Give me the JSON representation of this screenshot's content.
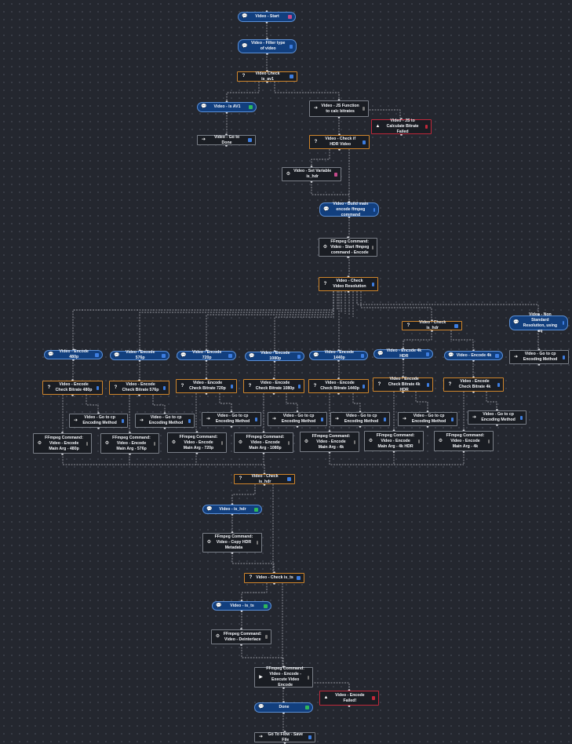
{
  "nodes": {
    "start": "Video - Start",
    "filter": "Video - Filter type of video",
    "check_av1": "Video Check is_av1",
    "is_av1": "Video - is AV1",
    "go_done": "Video - Go to Done",
    "js_calc": "Video - JS Function to calc bitrates",
    "js_failed": "Video - JS to Calculate Bitrate Failed",
    "check_hdr": "Video - Check if HDR Video",
    "set_var": "Video - Set Variable is_hdr",
    "build_main": "Video - Build main encode ffmpeg command",
    "ffmpeg_start": "FFmpeg Command: Video - Start ffmpeg command - Encode",
    "check_res": "Video - Check Video Resolution",
    "check_is_hdr_1": "Video - Check is_hdr",
    "non_std": "Video - Non Standard Resolution, using cq",
    "goto_cq_nonstd": "Video - Go to cp Encoding Method",
    "encode_480": "Video - Encode 480p",
    "encode_576": "Video - Encode 576p",
    "encode_720": "Video - Encode 720p",
    "encode_1080": "Video - Encode 1080p",
    "encode_1440": "Video - Encode 1440p",
    "encode_4khdr": "Video - Encode 4k HDR",
    "encode_4k": "Video - Encode 4k",
    "chk_480": "Video - Encode Check Bitrate 480p",
    "chk_576": "Video - Encode Check Bitrate 576p",
    "chk_720": "Video - Encode Check Bitrate 720p",
    "chk_1080": "Video - Encode Check Bitrate 1080p",
    "chk_1440": "Video - Encode Check Bitrate 1440p",
    "chk_4khdr": "Video - Encode Check Bitrate 4k HDR",
    "chk_4k": "Video - Encode Check Bitrate 4k",
    "goto_cp": "Video - Go to cp Encoding Method",
    "arg_480": "FFmpeg Command: Video - Encode Main Arg - 480p",
    "arg_576": "FFmpeg Command: Video - Encode Main Arg - 576p",
    "arg_720": "FFmpeg Command: Video - Encode Main Arg - 720p",
    "arg_1080": "FFmpeg Command: Video - Encode Main Arg - 1080p",
    "arg_1440": "FFmpeg Command: Video - Encode Main Arg - 4k",
    "arg_4khdr": "FFmpeg Command: Video - Encode Main Arg - 4k HDR",
    "arg_4k": "FFmpeg Command: Video - Encode Main Arg - 4k",
    "check_is_hdr_2": "Video - Check is_hdr",
    "is_hdr": "Video - is_hdr",
    "copy_hdr": "FFmpeg Command: Video - Copy HDR Metadata",
    "check_is_ts": "Video - Check is_ts",
    "is_ts": "Video - is_ts",
    "deinterlace": "FFmpeg Command: Video - Deinterlace",
    "execute": "FFmpeg Command: Video - Encode - Execute Video Encode",
    "encode_failed": "Video - Encode Failed!",
    "done": "Done",
    "goto_flow": "Go To Flow - Save File"
  },
  "icons": {
    "blue": "chat-bubble-icon",
    "cond": "question-icon",
    "action": "arrow-right-icon",
    "ffmpeg": "gear-icon",
    "error": "warning-icon",
    "execute": "play-icon"
  },
  "colors": {
    "background": "#24272f",
    "blue_node": "#123f7e",
    "cond_border": "#d0862c",
    "error_border": "#c0283a"
  }
}
